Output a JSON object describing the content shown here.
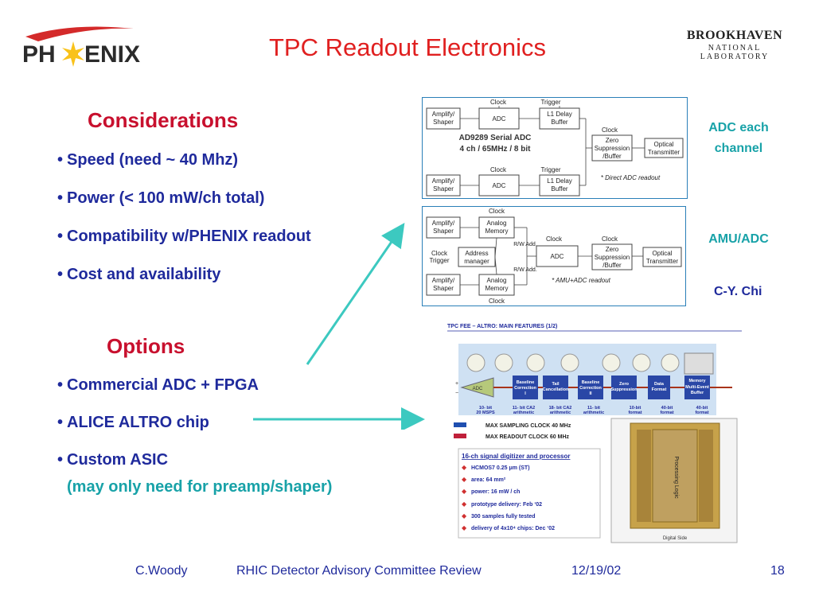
{
  "header": {
    "title": "TPC Readout Electronics",
    "phenix_logo_text_left": "PH",
    "phenix_logo_text_right": "ENIX",
    "bnl_line1": "BROOKHAVEN",
    "bnl_line2": "NATIONAL LABORATORY"
  },
  "considerations": {
    "heading": "Considerations",
    "items": [
      "Speed (need ~ 40 Mhz)",
      "Power (< 100 mW/ch total)",
      "Compatibility w/PHENIX readout",
      "Cost and availability"
    ]
  },
  "options": {
    "heading": "Options",
    "items": [
      "Commercial ADC + FPGA",
      "ALICE ALTRO chip",
      "Custom ASIC"
    ],
    "note": "(may only need for preamp/shaper)"
  },
  "side_labels": {
    "adc_each": "ADC each",
    "channel": "channel",
    "amu_adc": "AMU/ADC",
    "author": "C-Y. Chi"
  },
  "diagram1": {
    "clock": "Clock",
    "trigger": "Trigger",
    "amp1": "Amplify/",
    "amp2": "Shaper",
    "adc": "ADC",
    "l1a": "L1 Delay",
    "l1b": "Buffer",
    "zero1": "Zero",
    "zero2": "Suppression",
    "zero3": "/Buffer",
    "opt1": "Optical",
    "opt2": "Transmitter",
    "chip1": "AD9289 Serial ADC",
    "chip2": "4 ch / 65MHz / 8 bit",
    "note": "* Direct ADC readout"
  },
  "diagram2": {
    "clock": "Clock",
    "trigger": "Trigger",
    "amp1": "Amplify/",
    "amp2": "Shaper",
    "analog1": "Analog",
    "analog2": "Memory",
    "rw": "R/W Add.",
    "addr1": "Address",
    "addr2": "manager",
    "adc": "ADC",
    "zero1": "Zero",
    "zero2": "Suppression",
    "zero3": "/Buffer",
    "opt1": "Optical",
    "opt2": "Transmitter",
    "note": "* AMU+ADC readout"
  },
  "altro": {
    "title": "TPC FEE – ALTRO: MAIN FEATURES (1/2)",
    "blocks": [
      "",
      "Baseline Correction I",
      "Tail Cancellation",
      "Baseline Correction II",
      "Zero Suppression",
      "Data Format",
      "Memory Multi-Event Buffer"
    ],
    "specs": [
      "10- bit 20 MSPS",
      "11- bit CA2 arithmetic",
      "18- bit CA2 arithmetic",
      "11- bit arithmetic",
      "10-bit format",
      "40-bit format",
      "40-bit format"
    ],
    "clock_sampling": "MAX SAMPLING CLOCK 40 MHz",
    "clock_readout": "MAX READOUT CLOCK 60 MHz",
    "heading": "16-ch signal digitizer and processor",
    "features": [
      "HCMOS7 0.25 μm (ST)",
      "area:            64 mm²",
      "power:          16 mW / ch",
      "prototype delivery: Feb ‘02",
      "300 samples fully tested",
      "delivery of 4x10⁴ chips: Dec ‘02"
    ],
    "die_label": "Processing Logic",
    "digital_side": "Digital Side"
  },
  "footer": {
    "author": "C.Woody",
    "event": "RHIC Detector Advisory Committee Review",
    "date": "12/19/02",
    "page": "18"
  },
  "colors": {
    "title_red": "#e02020",
    "heading_red": "#c8102e",
    "text_blue": "#1f2a9c",
    "teal": "#18a2a8"
  }
}
